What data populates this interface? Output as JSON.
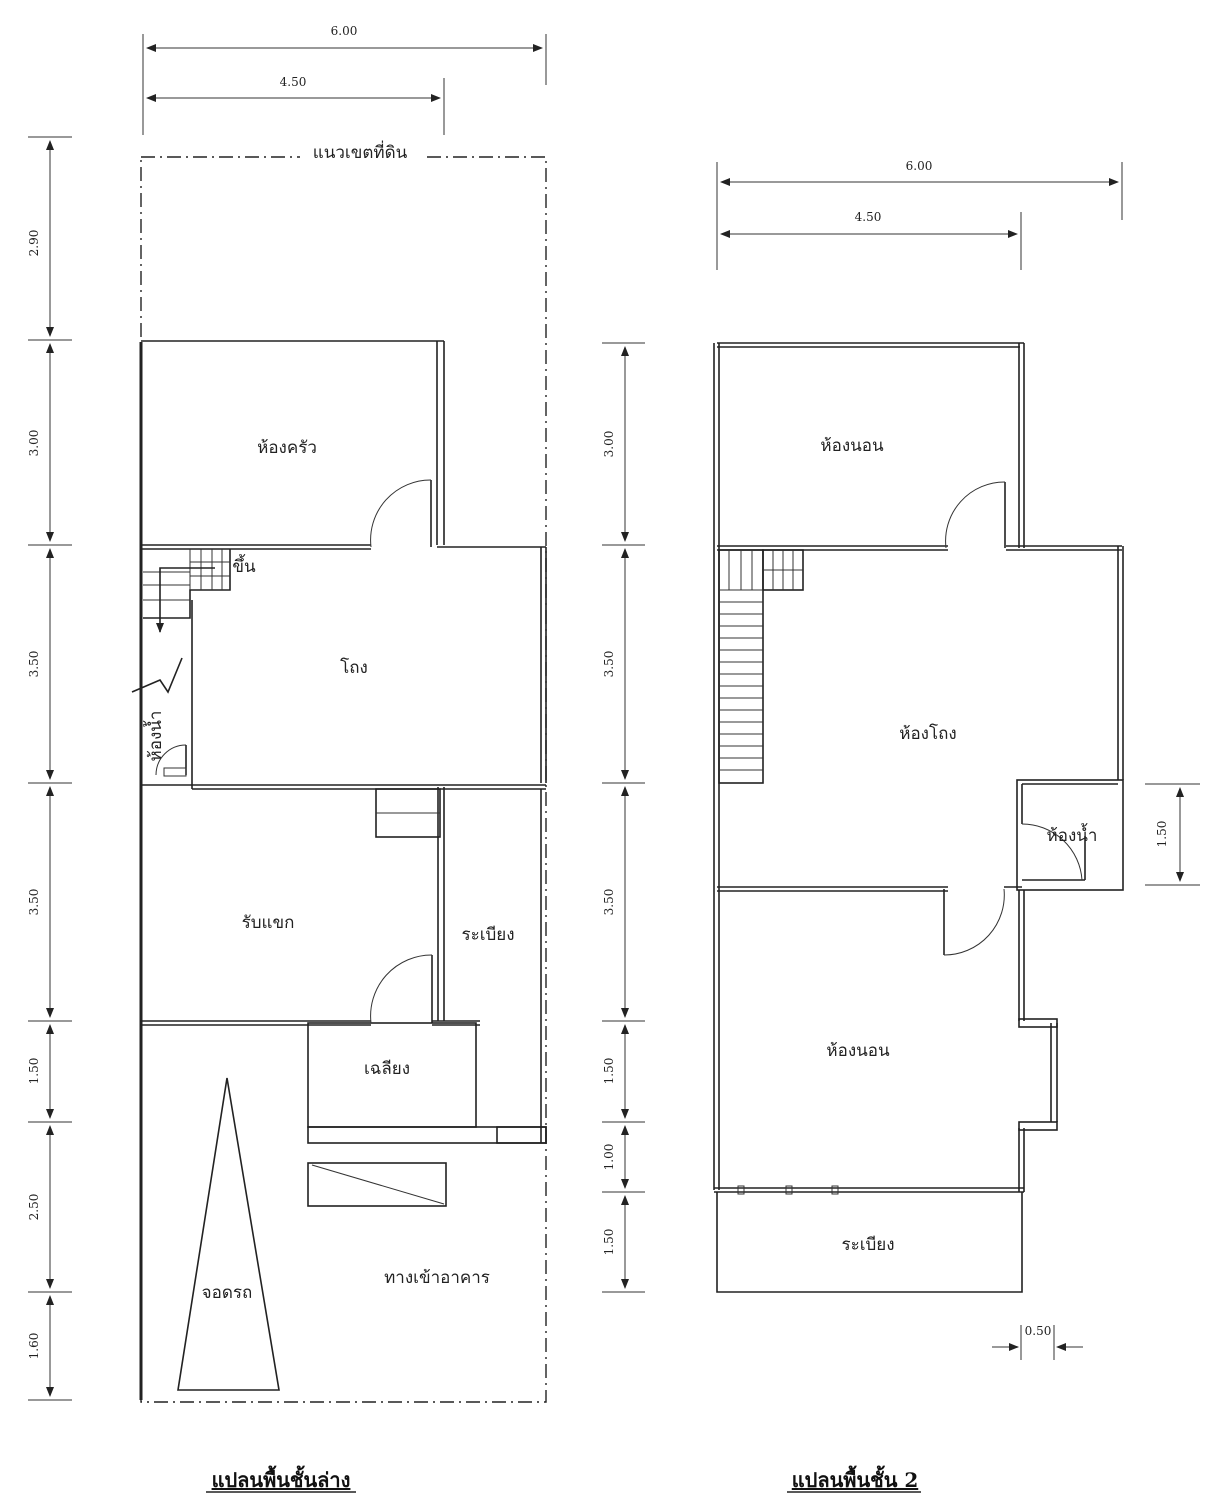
{
  "ground_floor": {
    "title": "แปลนพื้นชั้นล่าง",
    "boundary_label": "แนวเขตที่ดิน",
    "top_dims": [
      "6.00",
      "4.50"
    ],
    "side_dims": [
      "2.90",
      "3.00",
      "3.50",
      "3.50",
      "1.50",
      "2.50",
      "1.60"
    ],
    "rooms": {
      "kitchen": "ห้องครัว",
      "hall": "โถง",
      "up": "ขึ้น",
      "bath": "ห้องน้ำ",
      "living": "รับแขก",
      "veranda": "ระเบียง",
      "porch": "เฉลียง",
      "parking": "จอดรถ",
      "entrance": "ทางเข้าอาคาร"
    }
  },
  "second_floor": {
    "title": "แปลนพื้นชั้น 2",
    "top_dims": [
      "6.00",
      "4.50"
    ],
    "side_dims": [
      "3.00",
      "3.50",
      "3.50",
      "1.50",
      "1.00",
      "1.50"
    ],
    "right_dim": "1.50",
    "bottom_dim": "0.50",
    "rooms": {
      "bedroom1": "ห้องนอน",
      "hall": "ห้องโถง",
      "bath": "ห้องน้ำ",
      "bedroom2": "ห้องนอน",
      "balcony": "ระเบียง"
    }
  }
}
